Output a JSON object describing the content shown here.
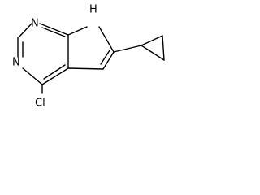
{
  "molecule": {
    "atoms": {
      "n1": "N",
      "n3": "N",
      "nh": "H",
      "cl": "Cl"
    }
  },
  "colors": {
    "bond": "#000000",
    "background": "#ffffff"
  }
}
